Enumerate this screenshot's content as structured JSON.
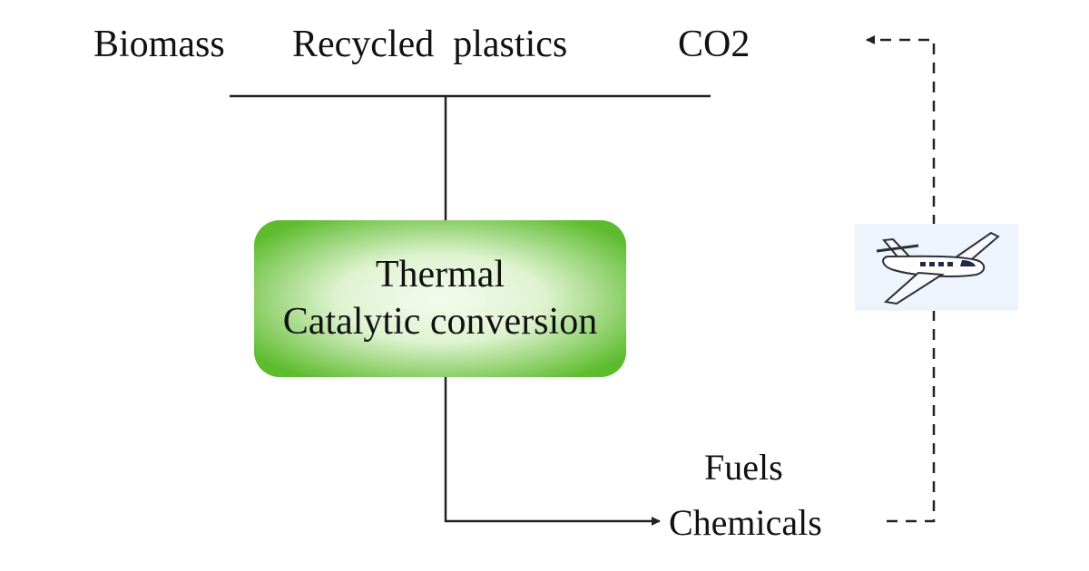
{
  "inputs": {
    "biomass": "Biomass",
    "recycled_plastics": "Recycled  plastics",
    "co2": "CO2"
  },
  "process": {
    "line1": "Thermal",
    "line2": "Catalytic conversion"
  },
  "outputs": {
    "fuels": "Fuels",
    "chemicals": "Chemicals"
  },
  "colors": {
    "box_edge": "#5dbb2e",
    "box_center": "#f4fbef",
    "line": "#222222"
  },
  "icons": {
    "aircraft": "airplane-icon"
  }
}
